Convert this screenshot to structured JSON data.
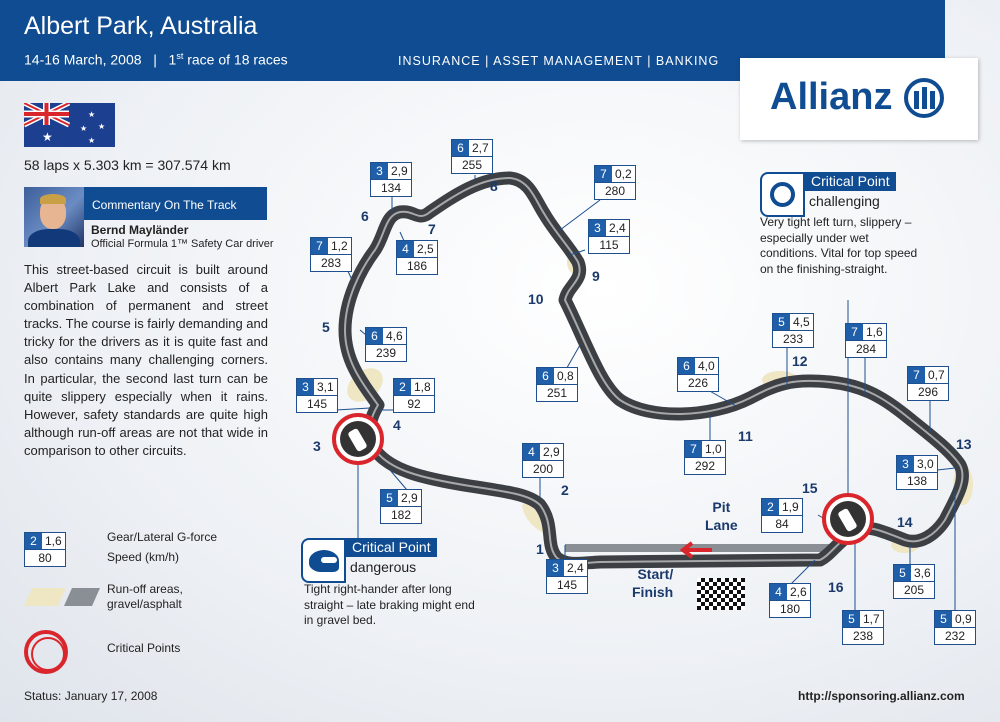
{
  "header": {
    "title": "Albert Park, Australia",
    "date": "14-16 March, 2008",
    "race_prefix": "1",
    "race_sup": "st",
    "race_suffix": " race of 18 races",
    "separator": "|",
    "tagline": "INSURANCE | ASSET MANAGEMENT | BANKING"
  },
  "logo": {
    "text": "Allianz"
  },
  "info": {
    "laps": "58 laps x 5.303 km = 307.574 km"
  },
  "commentary": {
    "header": "Commentary On The Track",
    "name": "Bernd Mayländer",
    "role": "Official Formula 1™ Safety Car driver",
    "text": "This street-based circuit is built around Albert Park Lake and consists of a combination of permanent and street tracks. The course is fairly demanding and tricky for the drivers as it is quite fast and also contains many challenging corners. In particular, the second last turn can be quite slippery especially when it rains. However, safety standards are quite high although run-off areas are not that wide in comparison to other circuits."
  },
  "legend": {
    "sample": {
      "gear": "2",
      "lateral": "1,6",
      "speed": "80"
    },
    "gear_label_1": "Gear/Lateral G-force",
    "gear_label_2": "Speed (km/h)",
    "runoff_label_1": "Run-off areas,",
    "runoff_label_2": "gravel/asphalt",
    "critical_label": "Critical Points"
  },
  "colors": {
    "brand_blue": "#0f4c92",
    "track": "#3c3f44",
    "critical_red": "#d9262c",
    "runoff_gravel": "#efe6c4",
    "runoff_asphalt": "#8a8e95"
  },
  "turns": [
    "1",
    "2",
    "3",
    "4",
    "5",
    "6",
    "7",
    "8",
    "9",
    "10",
    "11",
    "12",
    "13",
    "14",
    "15",
    "16"
  ],
  "boxes": [
    {
      "gear": "3",
      "lateral": "2,9",
      "speed": "134"
    },
    {
      "gear": "6",
      "lateral": "2,7",
      "speed": "255"
    },
    {
      "gear": "7",
      "lateral": "0,2",
      "speed": "280"
    },
    {
      "gear": "7",
      "lateral": "1,2",
      "speed": "283"
    },
    {
      "gear": "4",
      "lateral": "2,5",
      "speed": "186"
    },
    {
      "gear": "3",
      "lateral": "2,4",
      "speed": "115"
    },
    {
      "gear": "6",
      "lateral": "4,6",
      "speed": "239"
    },
    {
      "gear": "3",
      "lateral": "3,1",
      "speed": "145"
    },
    {
      "gear": "2",
      "lateral": "1,8",
      "speed": "92"
    },
    {
      "gear": "6",
      "lateral": "0,8",
      "speed": "251"
    },
    {
      "gear": "6",
      "lateral": "4,0",
      "speed": "226"
    },
    {
      "gear": "5",
      "lateral": "4,5",
      "speed": "233"
    },
    {
      "gear": "7",
      "lateral": "1,6",
      "speed": "284"
    },
    {
      "gear": "7",
      "lateral": "0,7",
      "speed": "296"
    },
    {
      "gear": "7",
      "lateral": "1,0",
      "speed": "292"
    },
    {
      "gear": "4",
      "lateral": "2,9",
      "speed": "200"
    },
    {
      "gear": "3",
      "lateral": "3,0",
      "speed": "138"
    },
    {
      "gear": "5",
      "lateral": "2,9",
      "speed": "182"
    },
    {
      "gear": "2",
      "lateral": "1,9",
      "speed": "84"
    },
    {
      "gear": "3",
      "lateral": "2,4",
      "speed": "145"
    },
    {
      "gear": "5",
      "lateral": "3,6",
      "speed": "205"
    },
    {
      "gear": "4",
      "lateral": "2,6",
      "speed": "180"
    },
    {
      "gear": "5",
      "lateral": "1,7",
      "speed": "238"
    },
    {
      "gear": "5",
      "lateral": "0,9",
      "speed": "232"
    }
  ],
  "labels": {
    "pit_lane_1": "Pit",
    "pit_lane_2": "Lane",
    "start_1": "Start/",
    "start_2": "Finish"
  },
  "critical_points": [
    {
      "title": "Critical Point",
      "subtitle": "dangerous",
      "icon": "helmet-icon",
      "description": "Tight right-hander after long straight – late braking might end in gravel bed."
    },
    {
      "title": "Critical Point",
      "subtitle": "challenging",
      "icon": "steering-wheel-icon",
      "description": "Very tight left turn, slippery – especially under wet conditions. Vital for top speed on the finishing-straight."
    }
  ],
  "footer": {
    "status": "Status: January 17, 2008",
    "url": "http://sponsoring.allianz.com"
  }
}
